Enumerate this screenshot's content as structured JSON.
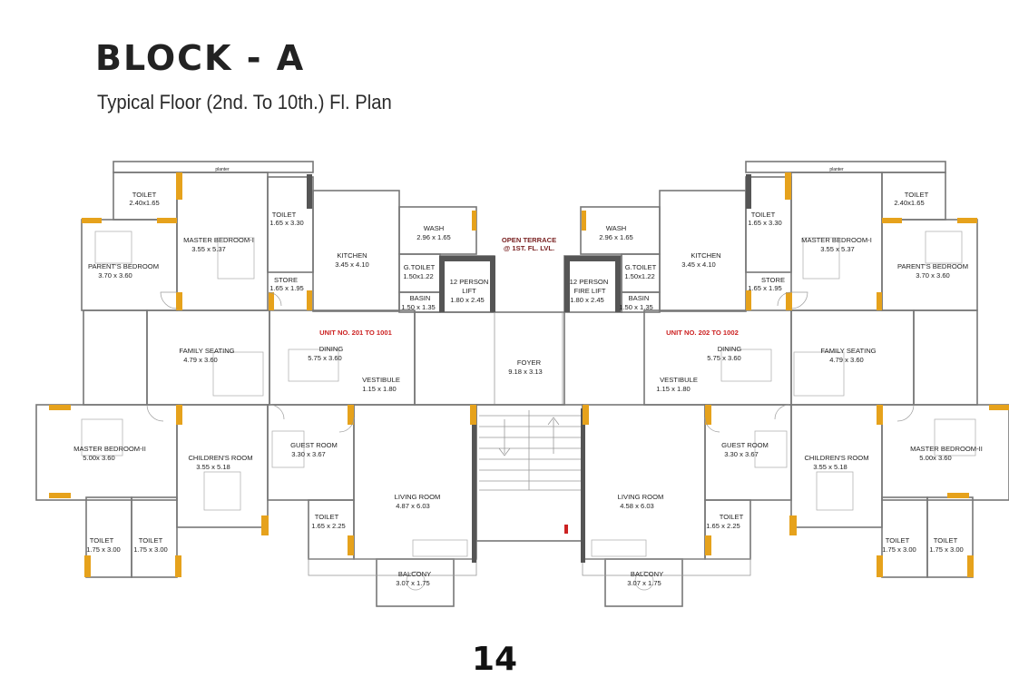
{
  "header": {
    "title": "BLOCK - A",
    "subtitle": "Typical Floor (2nd. To 10th.) Fl. Plan"
  },
  "page_number": "14",
  "units": {
    "left": "UNIT NO. 201 TO 1001",
    "right": "UNIT NO. 202 TO 1002"
  },
  "common": {
    "open_terrace_1": "OPEN TERRACE",
    "open_terrace_2": "@ 1ST. FL. LVL.",
    "lift_1": "12 PERSON",
    "lift_2": "LIFT",
    "lift_dim": "1.80 x 2.45",
    "firelift_1": "12 PERSON",
    "firelift_2": "FIRE LIFT",
    "firelift_dim": "1.80 x 2.45",
    "foyer": "FOYER",
    "foyer_dim": "9.18 x 3.13"
  },
  "rooms_left": {
    "planter": "planter",
    "toilet_top": "TOILET",
    "toilet_top_dim": "2.40x1.65",
    "master1": "MASTER BEDROOM-I",
    "master1_dim": "3.55 x 5.37",
    "toilet2": "TOILET",
    "toilet2_dim": "1.65 x 3.30",
    "parents": "PARENT'S BEDROOM",
    "parents_dim": "3.70 x 3.60",
    "store": "STORE",
    "store_dim": "1.65 x 1.95",
    "kitchen": "KITCHEN",
    "kitchen_dim": "3.45 x 4.10",
    "wash": "WASH",
    "wash_dim": "2.96 x 1.65",
    "gtoilet": "G.TOILET",
    "gtoilet_dim": "1.50x1.22",
    "basin": "BASIN",
    "basin_dim": "1.50 x 1.35",
    "family": "FAMILY SEATING",
    "family_dim": "4.79 x 3.60",
    "dining": "DINING",
    "dining_dim": "5.75 x 3.60",
    "vestibule": "VESTIBULE",
    "vestibule_dim": "1.15 x 1.80",
    "master2": "MASTER BEDROOM-II",
    "master2_dim": "5.00x 3.60",
    "children": "CHILDREN'S ROOM",
    "children_dim": "3.55 x 5.18",
    "guest": "GUEST ROOM",
    "guest_dim": "3.30 x 3.67",
    "toilet3": "TOILET",
    "toilet3_dim": "1.65 x 2.25",
    "living": "LIVING ROOM",
    "living_dim": "4.87 x 6.03",
    "toilet4": "TOILET",
    "toilet4_dim": "1.75 x 3.00",
    "toilet5": "TOILET",
    "toilet5_dim": "1.75 x 3.00",
    "balcony": "BALCONY",
    "balcony_dim": "3.07 x 1.75"
  },
  "rooms_right": {
    "planter": "planter",
    "toilet_top": "TOILET",
    "toilet_top_dim": "2.40x1.65",
    "master1": "MASTER BEDROOM-I",
    "master1_dim": "3.55 x 5.37",
    "toilet2": "TOILET",
    "toilet2_dim": "1.65 x 3.30",
    "parents": "PARENT'S BEDROOM",
    "parents_dim": "3.70 x 3.60",
    "store": "STORE",
    "store_dim": "1.65 x 1.95",
    "kitchen": "KITCHEN",
    "kitchen_dim": "3.45 x 4.10",
    "wash": "WASH",
    "wash_dim": "2.96 x 1.65",
    "gtoilet": "G.TOILET",
    "gtoilet_dim": "1.50x1.22",
    "basin": "BASIN",
    "basin_dim": "1.50 x 1.35",
    "family": "FAMILY SEATING",
    "family_dim": "4.79 x 3.60",
    "dining": "DINING",
    "dining_dim": "5.75 x 3.60",
    "vestibule": "VESTIBULE",
    "vestibule_dim": "1.15 x 1.80",
    "master2": "MASTER BEDROOM-II",
    "master2_dim": "5.00x 3.60",
    "children": "CHILDREN'S ROOM",
    "children_dim": "3.55 x 5.18",
    "guest": "GUEST ROOM",
    "guest_dim": "3.30 x 3.67",
    "toilet3": "TOILET",
    "toilet3_dim": "1.65 x 2.25",
    "living": "LIVING ROOM",
    "living_dim": "4.58 x 6.03",
    "toilet4": "TOILET",
    "toilet4_dim": "1.75 x 3.00",
    "toilet5": "TOILET",
    "toilet5_dim": "1.75 x 3.00",
    "balcony": "BALCONY",
    "balcony_dim": "3.07 x 1.75"
  },
  "colors": {
    "column": "#e6a21c",
    "unit_label": "#cc2222",
    "wall": "#777777"
  }
}
